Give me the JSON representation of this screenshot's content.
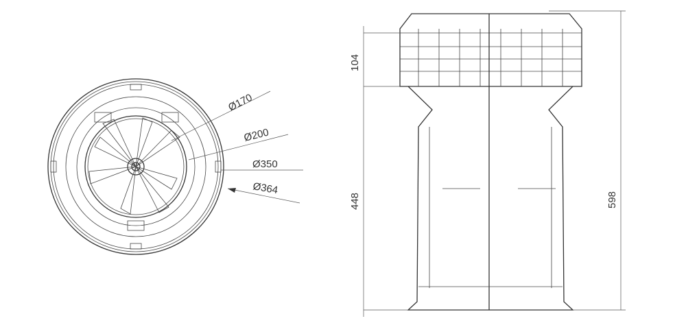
{
  "top_view": {
    "diameters": [
      "Ø170",
      "Ø200",
      "Ø350",
      "Ø364"
    ]
  },
  "side_view": {
    "dimensions": {
      "cap_height": "104",
      "body_height": "448",
      "total_height": "598"
    }
  }
}
